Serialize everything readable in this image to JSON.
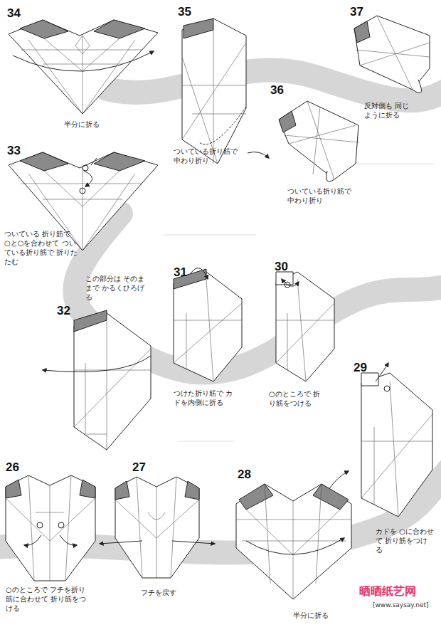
{
  "diagram": {
    "labels": [
      "34",
      "半分に折る",
      "35",
      "ついている折り筋で 中わり折り",
      "37",
      "反対側も 同じように折る",
      "36",
      "ついている折り筋で 中わり折り",
      "33",
      "ついている 折り筋で ○と○を合わせて ついている折り筋で 折りたたむ",
      "この部分は そのままで かるくひろげる",
      "32",
      "31",
      "つけた折り筋で カドを内側に折る",
      "30",
      "○のところで 折り筋をつける",
      "29",
      "カドを ○に合わせて 折り筋をつける",
      "26",
      "○のところで フチを折り筋に合わせて 折り筋をつける",
      "27",
      "フチを戻す",
      "28",
      "半分に折る",
      "晒晒纸艺网",
      "[www.saysay.net]"
    ]
  }
}
